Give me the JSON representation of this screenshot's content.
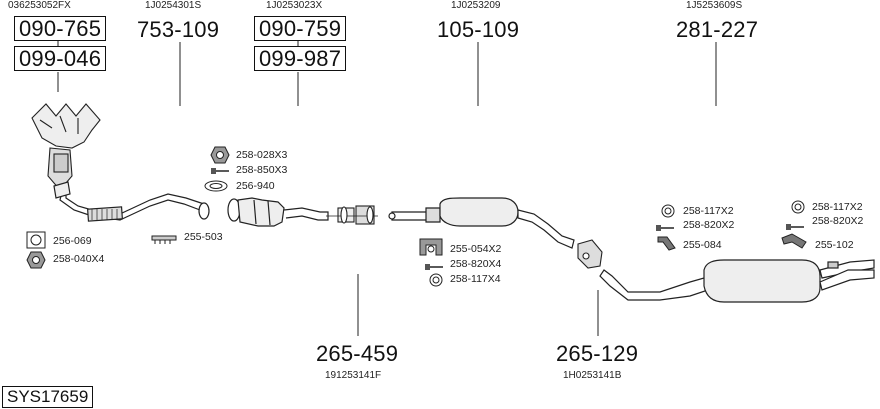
{
  "oem_codes": {
    "o1": "036253052FX",
    "o2": "1J0254301S",
    "o3": "1J0253023X",
    "o4": "1J0253209",
    "o5": "1J5253609S",
    "o6": "191253141F",
    "o7": "1H0253141B"
  },
  "part_numbers": {
    "p1": "090-765",
    "p2": "099-046",
    "p3": "753-109",
    "p4": "090-759",
    "p5": "099-987",
    "p6": "105-109",
    "p7": "281-227",
    "p8": "265-459",
    "p9": "265-129"
  },
  "fittings": {
    "f1": "258-028X3",
    "f2": "258-850X3",
    "f3": "256-940",
    "f4": "256-069",
    "f5": "258-040X4",
    "f6": "255-503",
    "f7": "255-054X2",
    "f8": "258-820X4",
    "f9": "258-117X4",
    "f10": "258-117X2",
    "f11": "258-820X2",
    "f12": "255-084",
    "f13": "258-117X2",
    "f14": "258-820X2",
    "f15": "255-102"
  },
  "system_id": "SYS17659",
  "icons": [
    "hex-nut-icon",
    "bolt-icon",
    "ring-gasket-icon",
    "square-gasket-icon",
    "clamp-icon",
    "bracket-icon",
    "rubber-hanger-icon"
  ]
}
